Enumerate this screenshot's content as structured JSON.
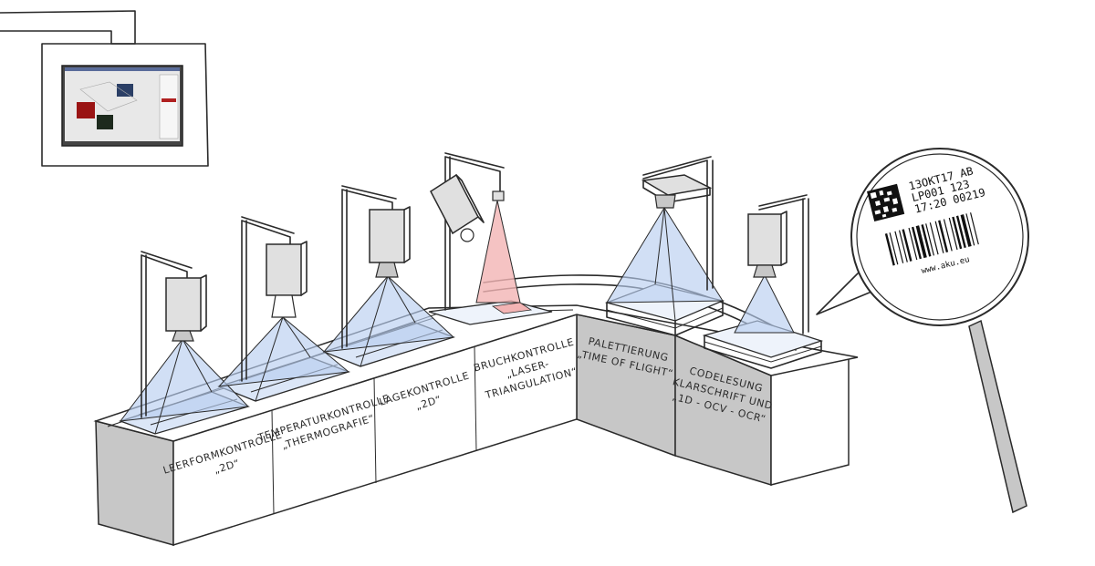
{
  "colors": {
    "ink": "#2a2a2a",
    "front_face": "#ffffff",
    "side_face": "#c7c7c7",
    "camera_cone": "#b9cef0",
    "laser_cone": "#f3b4b4",
    "conveyor_tray": "#dbe6f7"
  },
  "stations": [
    {
      "label_line1": "Leerformkontrolle",
      "label_line2": "„2D“"
    },
    {
      "label_line1": "Temperaturkontrolle",
      "label_line2": "„Thermografie“"
    },
    {
      "label_line1": "Lagekontrolle",
      "label_line2": "„2D“"
    },
    {
      "label_line1": "Bruchkontrolle",
      "label_line2": "„Laser-",
      "label_line3": "Triangulation“"
    },
    {
      "label_line1": "Palettierung",
      "label_line2": "„Time of Flight“"
    },
    {
      "label_line1": "Codelesung",
      "label_line2": "Klarschrift und",
      "label_line3": "„1D - OCV - OCR“"
    }
  ],
  "magnifier": {
    "code_line1": "13OKT17  AB",
    "code_line2": "LP001   123",
    "code_line3": "17:20 00219",
    "url": "www.aku.eu"
  },
  "icons": [
    "monitor-icon",
    "camera-icon",
    "laser-sensor-icon",
    "tof-sensor-icon",
    "magnifier-icon",
    "datamatrix-icon",
    "barcode-icon"
  ]
}
